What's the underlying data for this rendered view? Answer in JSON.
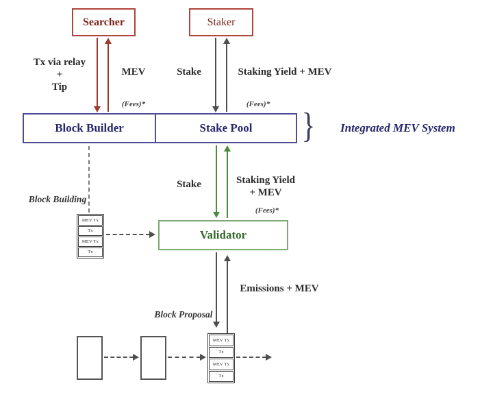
{
  "nodes": {
    "searcher": "Searcher",
    "staker": "Staker",
    "block_builder": "Block Builder",
    "stake_pool": "Stake Pool",
    "validator": "Validator"
  },
  "edge_labels": {
    "tx_via_relay": [
      "Tx via relay",
      "+",
      "Tip"
    ],
    "mev": "MEV",
    "stake_top": "Stake",
    "staking_yield_top": "Staking Yield + MEV",
    "fees_note": "(Fees)*",
    "stake_mid": "Stake",
    "staking_yield_mid": [
      "Staking Yield",
      "+ MEV"
    ],
    "block_building": "Block Building",
    "emissions": "Emissions + MEV",
    "block_proposal": "Block Proposal"
  },
  "annotations": {
    "brace": "}",
    "integrated_system": "Integrated MEV System"
  },
  "stacks": {
    "builder_mempool": [
      "MEV Tx",
      "Tx",
      "MEV Tx",
      "Tx"
    ],
    "proposed_block": [
      "MEV Tx",
      "Tx",
      "MEV Tx",
      "Tx"
    ]
  },
  "colors": {
    "red_border": "#ad453c",
    "red_text": "#7c241c",
    "blue_border": "#4c4c94",
    "blue_text": "#26266b",
    "green_border": "#7fa873",
    "green_text": "#35682d",
    "green_arrow": "#4c8a3c",
    "gray_arrow": "#4d4d4d"
  }
}
